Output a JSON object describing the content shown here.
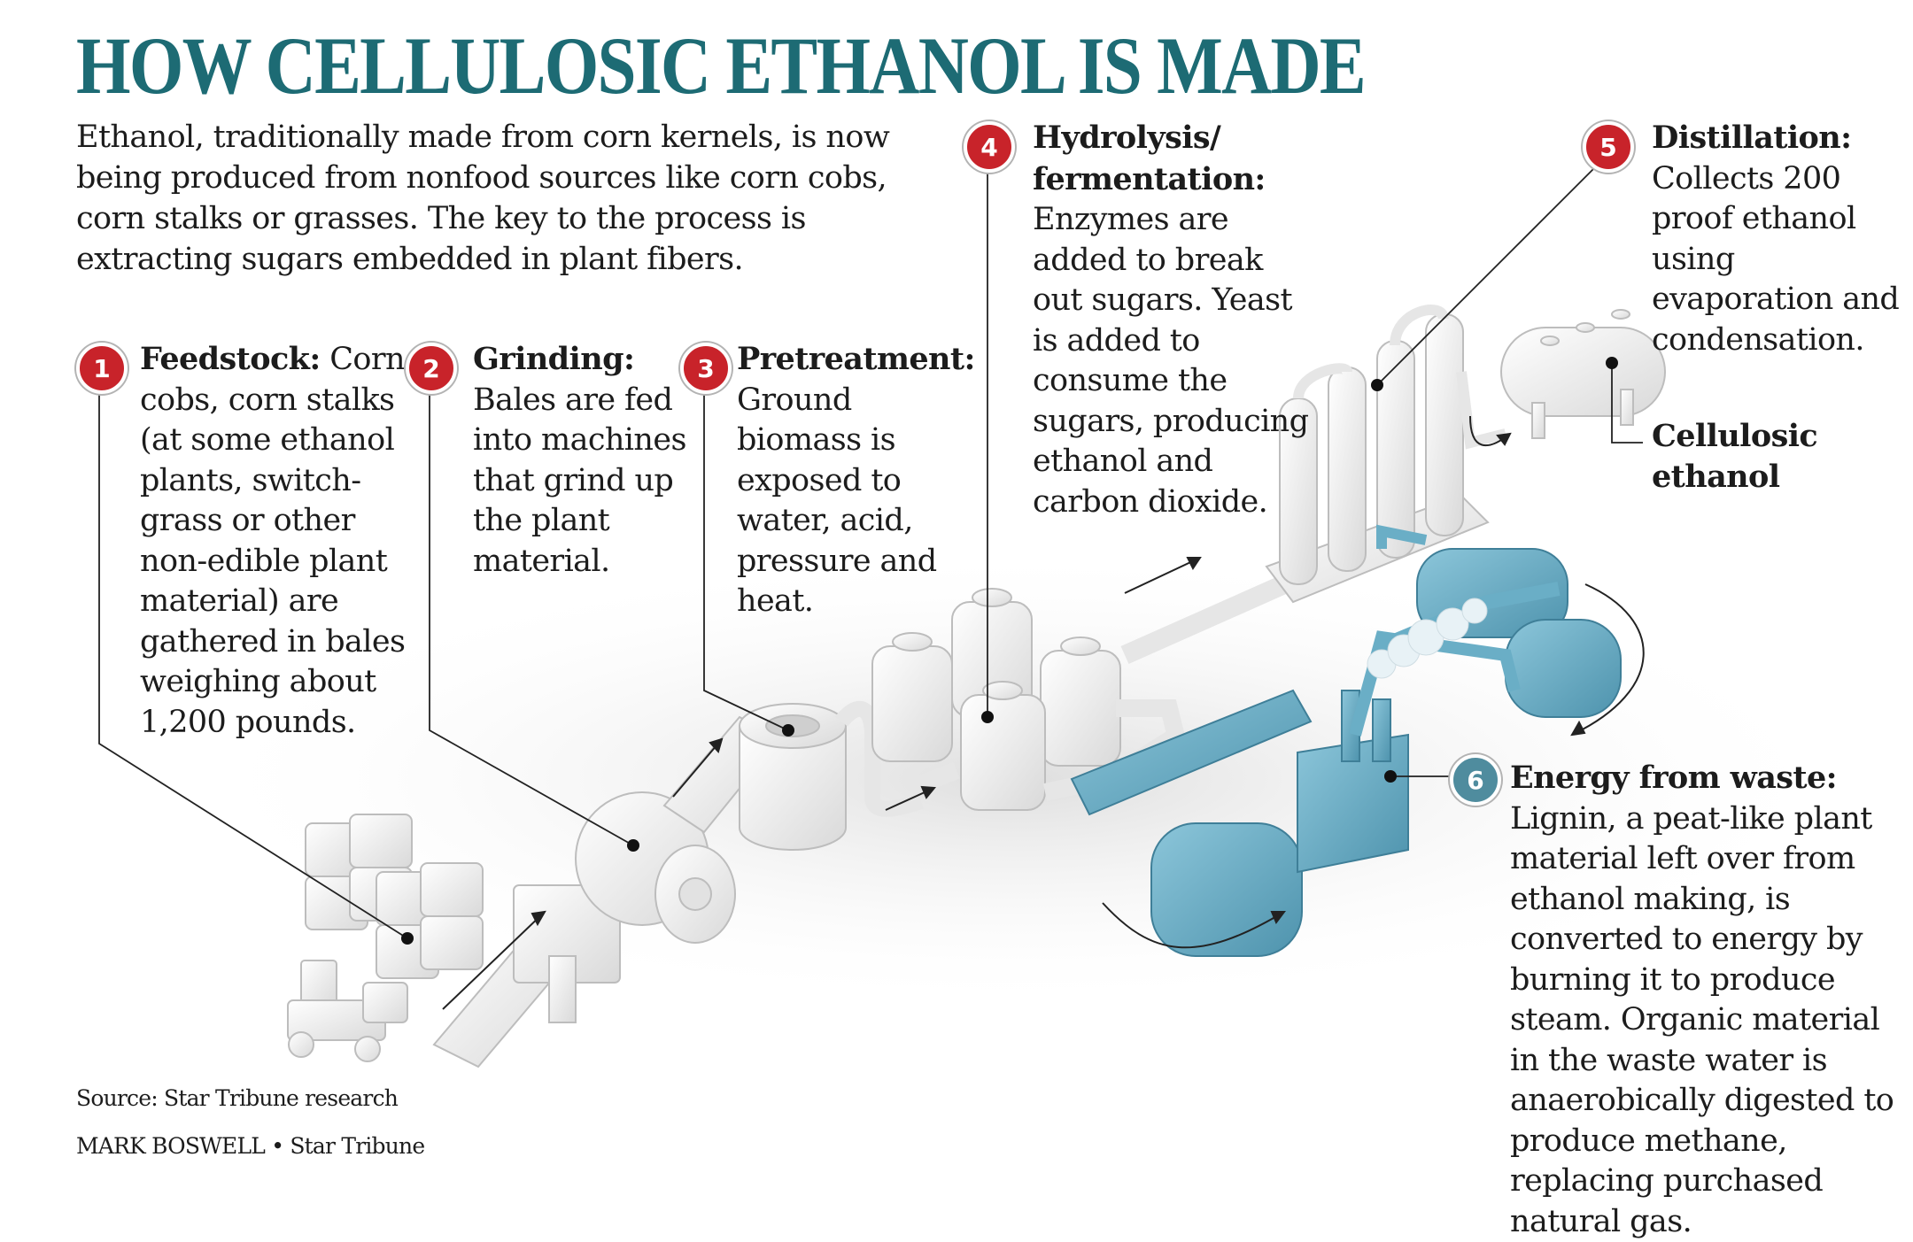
{
  "title": "HOW CELLULOSIC ETHANOL IS MADE",
  "intro": "Ethanol, traditionally made from corn kernels, is now being produced from nonfood sources like corn cobs, corn stalks or grasses. The key to the process is extracting sugars embedded in plant fibers.",
  "steps": [
    {
      "number": "1",
      "heading": "Feedstock:",
      "body": "Corn cobs, corn stalks (at some ethanol plants, switch-grass or other non-edible plant material) are gathered in bales weighing about 1,200 pounds."
    },
    {
      "number": "2",
      "heading": "Grinding:",
      "body": "Bales are fed into machines that grind up the plant material."
    },
    {
      "number": "3",
      "heading": "Pretreatment:",
      "body": "Ground biomass is exposed to water, acid, pressure and heat."
    },
    {
      "number": "4",
      "heading": "Hydrolysis/ fermentation:",
      "body": "Enzymes are added to break out sugars. Yeast is added to consume the sugars, producing ethanol and carbon dioxide."
    },
    {
      "number": "5",
      "heading": "Distillation:",
      "body": "Collects 200 proof ethanol using evaporation and condensation."
    },
    {
      "number": "6",
      "heading": "Energy from waste:",
      "body": "Lignin, a peat-like plant material left over from ethanol making, is converted to energy by burning it to produce steam. Organic material in the waste water is anaerobically digested to produce methane, replacing purchased natural gas."
    }
  ],
  "product_label": "Cellulosic ethanol",
  "source": "Source: Star Tribune research",
  "credit": "MARK BOSWELL • Star Tribune",
  "colors": {
    "title": "#1d6b74",
    "badge_red": "#c8232a",
    "badge_teal": "#4f8c9e",
    "equipment": "#efefef",
    "energy_equipment": "#6aaec6"
  }
}
